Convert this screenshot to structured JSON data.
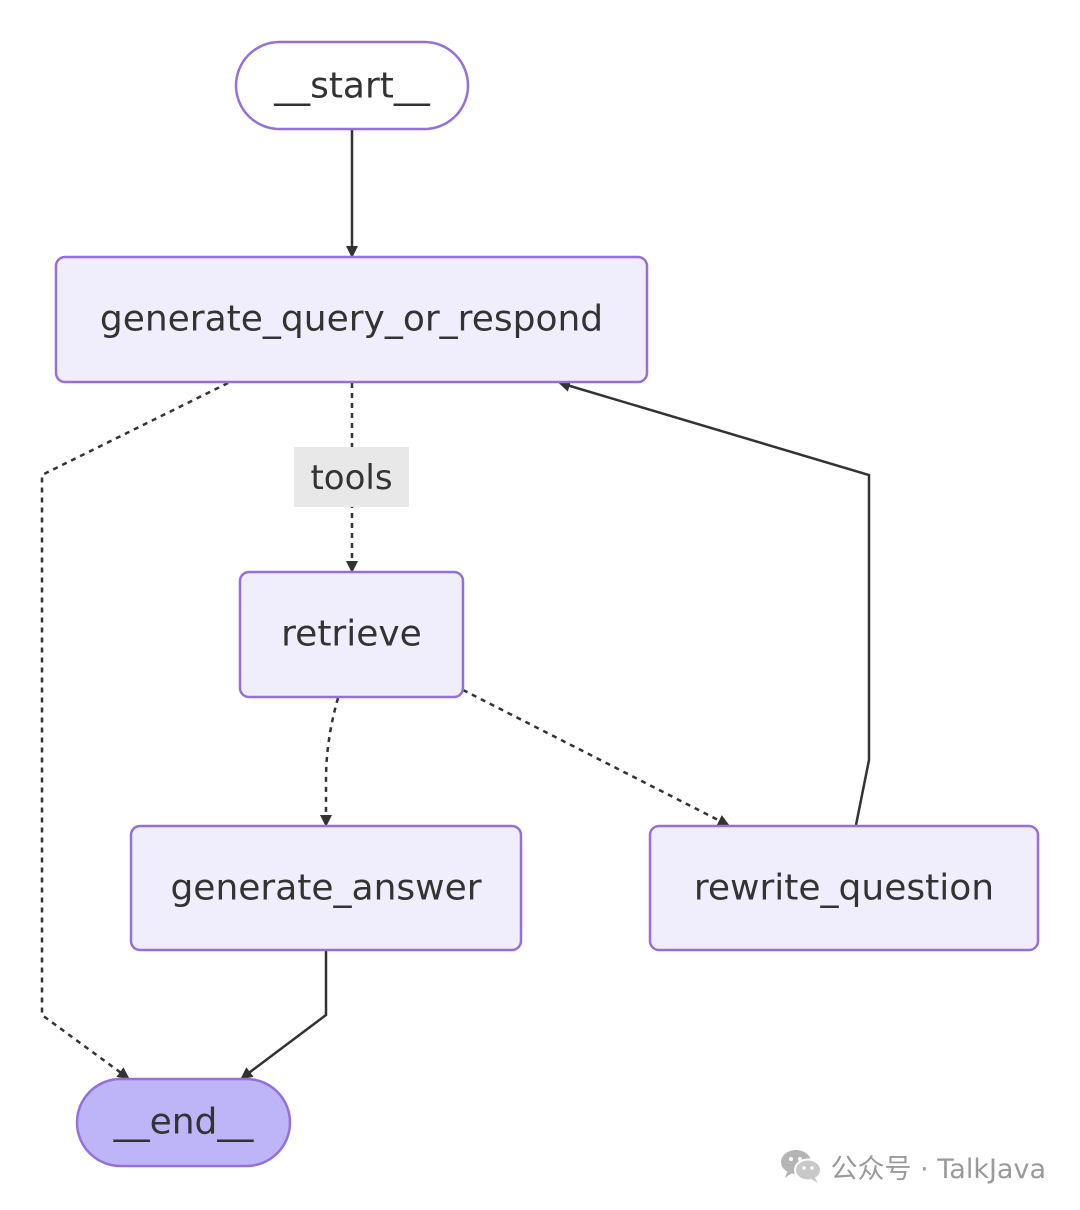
{
  "diagram": {
    "nodes": {
      "start": "__start__",
      "generate_query_or_respond": "generate_query_or_respond",
      "retrieve": "retrieve",
      "generate_answer": "generate_answer",
      "rewrite_question": "rewrite_question",
      "end": "__end__"
    },
    "edges": [
      {
        "from": "__start__",
        "to": "generate_query_or_respond",
        "style": "solid"
      },
      {
        "from": "generate_query_or_respond",
        "to": "retrieve",
        "style": "dashed",
        "label": "tools"
      },
      {
        "from": "generate_query_or_respond",
        "to": "__end__",
        "style": "dashed"
      },
      {
        "from": "retrieve",
        "to": "generate_answer",
        "style": "dashed"
      },
      {
        "from": "retrieve",
        "to": "rewrite_question",
        "style": "dashed"
      },
      {
        "from": "rewrite_question",
        "to": "generate_query_or_respond",
        "style": "solid"
      },
      {
        "from": "generate_answer",
        "to": "__end__",
        "style": "solid"
      }
    ],
    "edge_label_tools": "tools",
    "colors": {
      "node_fill": "#f0eefd",
      "node_border": "#9370db",
      "end_fill": "#bdb5f8",
      "edge": "#333333",
      "label_bg": "#e8e8e8"
    }
  },
  "watermark": {
    "icon": "wechat-icon",
    "text": "公众号 · TalkJava"
  }
}
